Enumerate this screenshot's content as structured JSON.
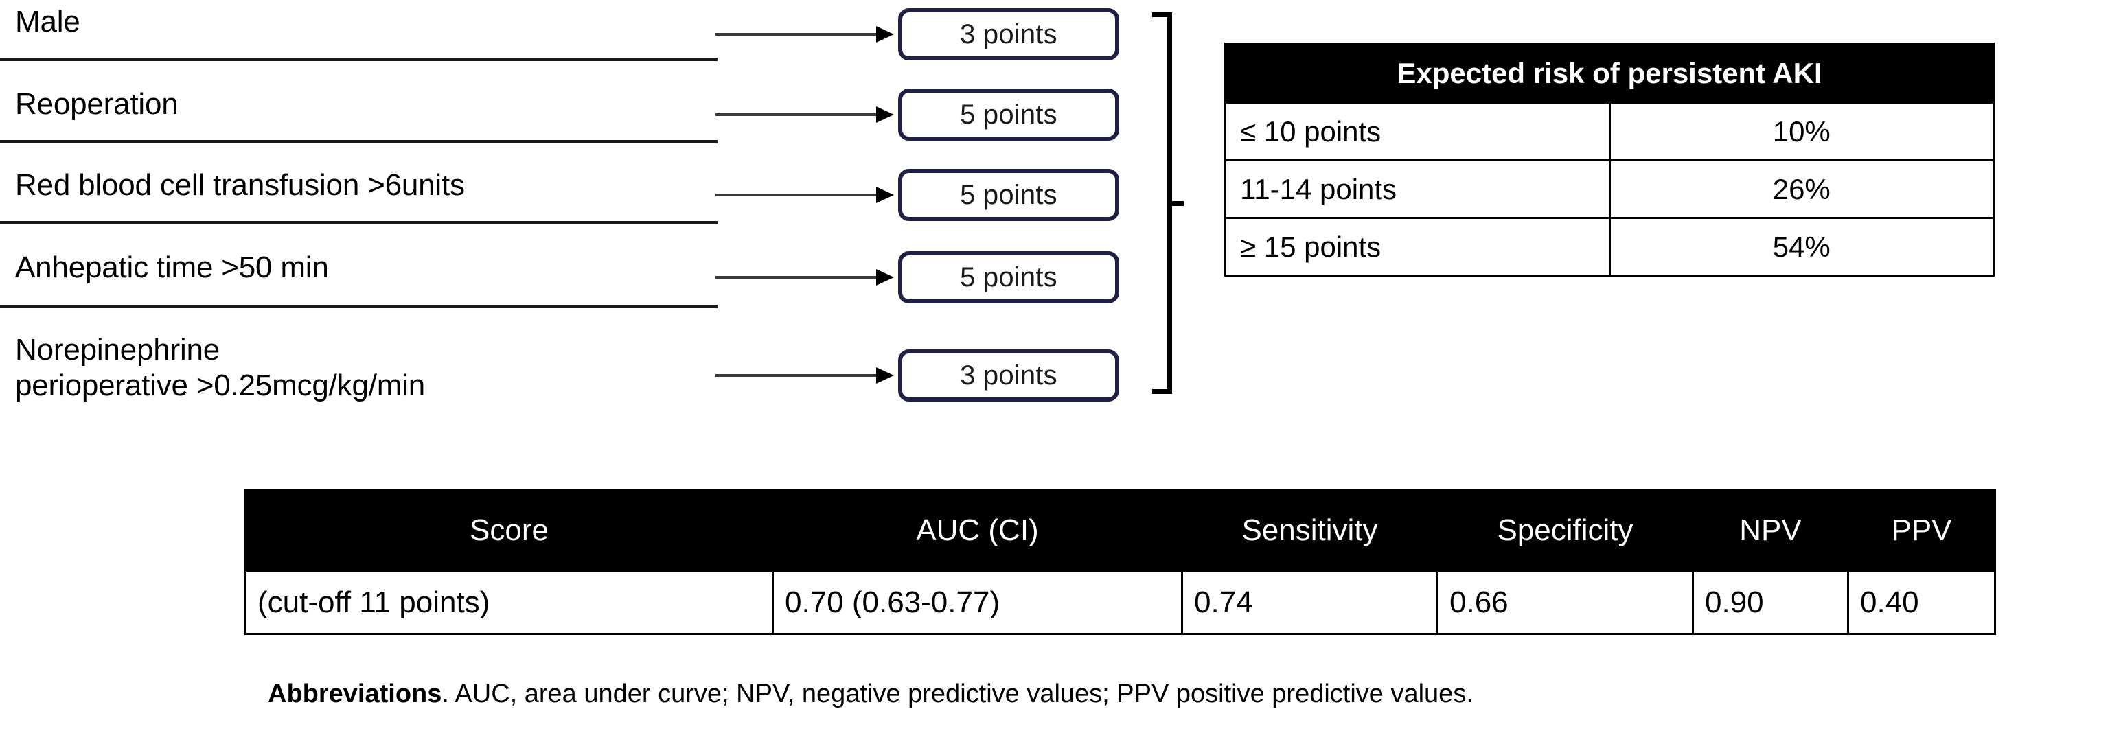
{
  "risk_factors": [
    {
      "label": "Male",
      "points": "3 points"
    },
    {
      "label": "Reoperation",
      "points": "5 points"
    },
    {
      "label": "Red blood cell transfusion >6units",
      "points": "5 points"
    },
    {
      "label": "Anhepatic time >50 min",
      "points": "5 points"
    },
    {
      "label": "Norepinephrine\nperioperative >0.25mcg/kg/min",
      "points": "3 points"
    }
  ],
  "risk_table": {
    "header": "Expected risk of persistent AKI",
    "rows": [
      {
        "range": "≤ 10 points",
        "risk": "10%"
      },
      {
        "range": "11-14 points",
        "risk": "26%"
      },
      {
        "range": "≥ 15 points",
        "risk": "54%"
      }
    ]
  },
  "metrics_table": {
    "headers": [
      "Score",
      "AUC (CI)",
      "Sensitivity",
      "Specificity",
      "NPV",
      "PPV"
    ],
    "rows": [
      [
        "(cut-off 11 points)",
        "0.70 (0.63-0.77)",
        "0.74",
        "0.66",
        "0.90",
        "0.40"
      ]
    ]
  },
  "footnote": {
    "bold": "Abbreviations",
    "text": ". AUC, area under curve; NPV, negative predictive values; PPV positive predictive values."
  },
  "colors": {
    "box_border": "#1f2044",
    "header_background": "#000000",
    "header_text": "#ffffff",
    "rule": "#1a1a1a"
  }
}
